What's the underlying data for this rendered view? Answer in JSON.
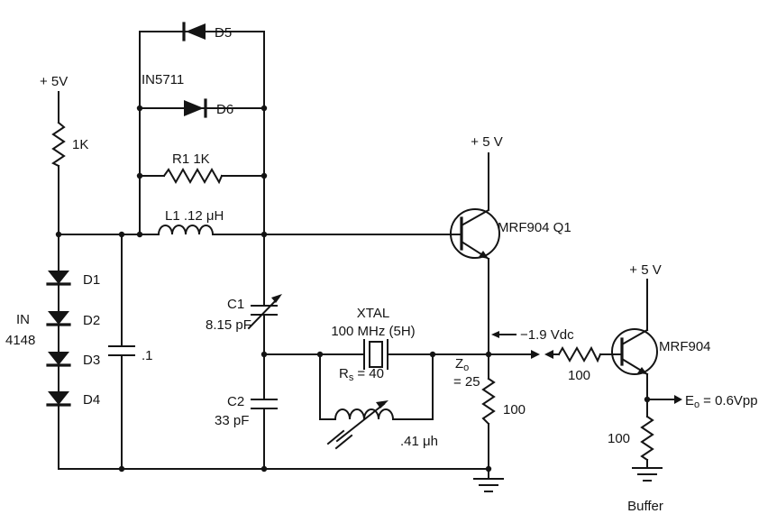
{
  "figure": {
    "background": "#ffffff",
    "ink": "#141414"
  },
  "labels": {
    "supply_left": "+ 5V",
    "r_supply": "1K",
    "d5": "D5",
    "d6": "D6",
    "schottky_part": "IN5711",
    "r1": "R1 1K",
    "l1": "L1 .12 μH",
    "d1": "D1",
    "d2": "D2",
    "d3": "D3",
    "d4": "D4",
    "series_diode_part_1": "IN",
    "series_diode_part_2": "4148",
    "c_bypass": ".1",
    "c1_name": "C1",
    "c1_value": "8.15 pF",
    "c2_name": "C2",
    "c2_value": "33 pF",
    "xtal_name": "XTAL",
    "xtal_spec": "100 MHz (5H)",
    "rs_sym": "R",
    "rs_sub": "s",
    "rs_val": "= 40",
    "l2_value": ".41 μh",
    "q1_supply": "+ 5 V",
    "q1_name": "MRF904 Q1",
    "emitter_voltage": "−1.9 Vdc",
    "zo_sym": "Z",
    "zo_sub": "o",
    "zo_val": "= 25",
    "r_emitter": "100",
    "q2_supply": "+ 5 V",
    "r_base": "100",
    "q2_name": "MRF904",
    "eo_sym": "E",
    "eo_sub": "o",
    "eo_val": "= 0.6Vpp",
    "r_out": "100",
    "stage_caption": "Buffer"
  }
}
